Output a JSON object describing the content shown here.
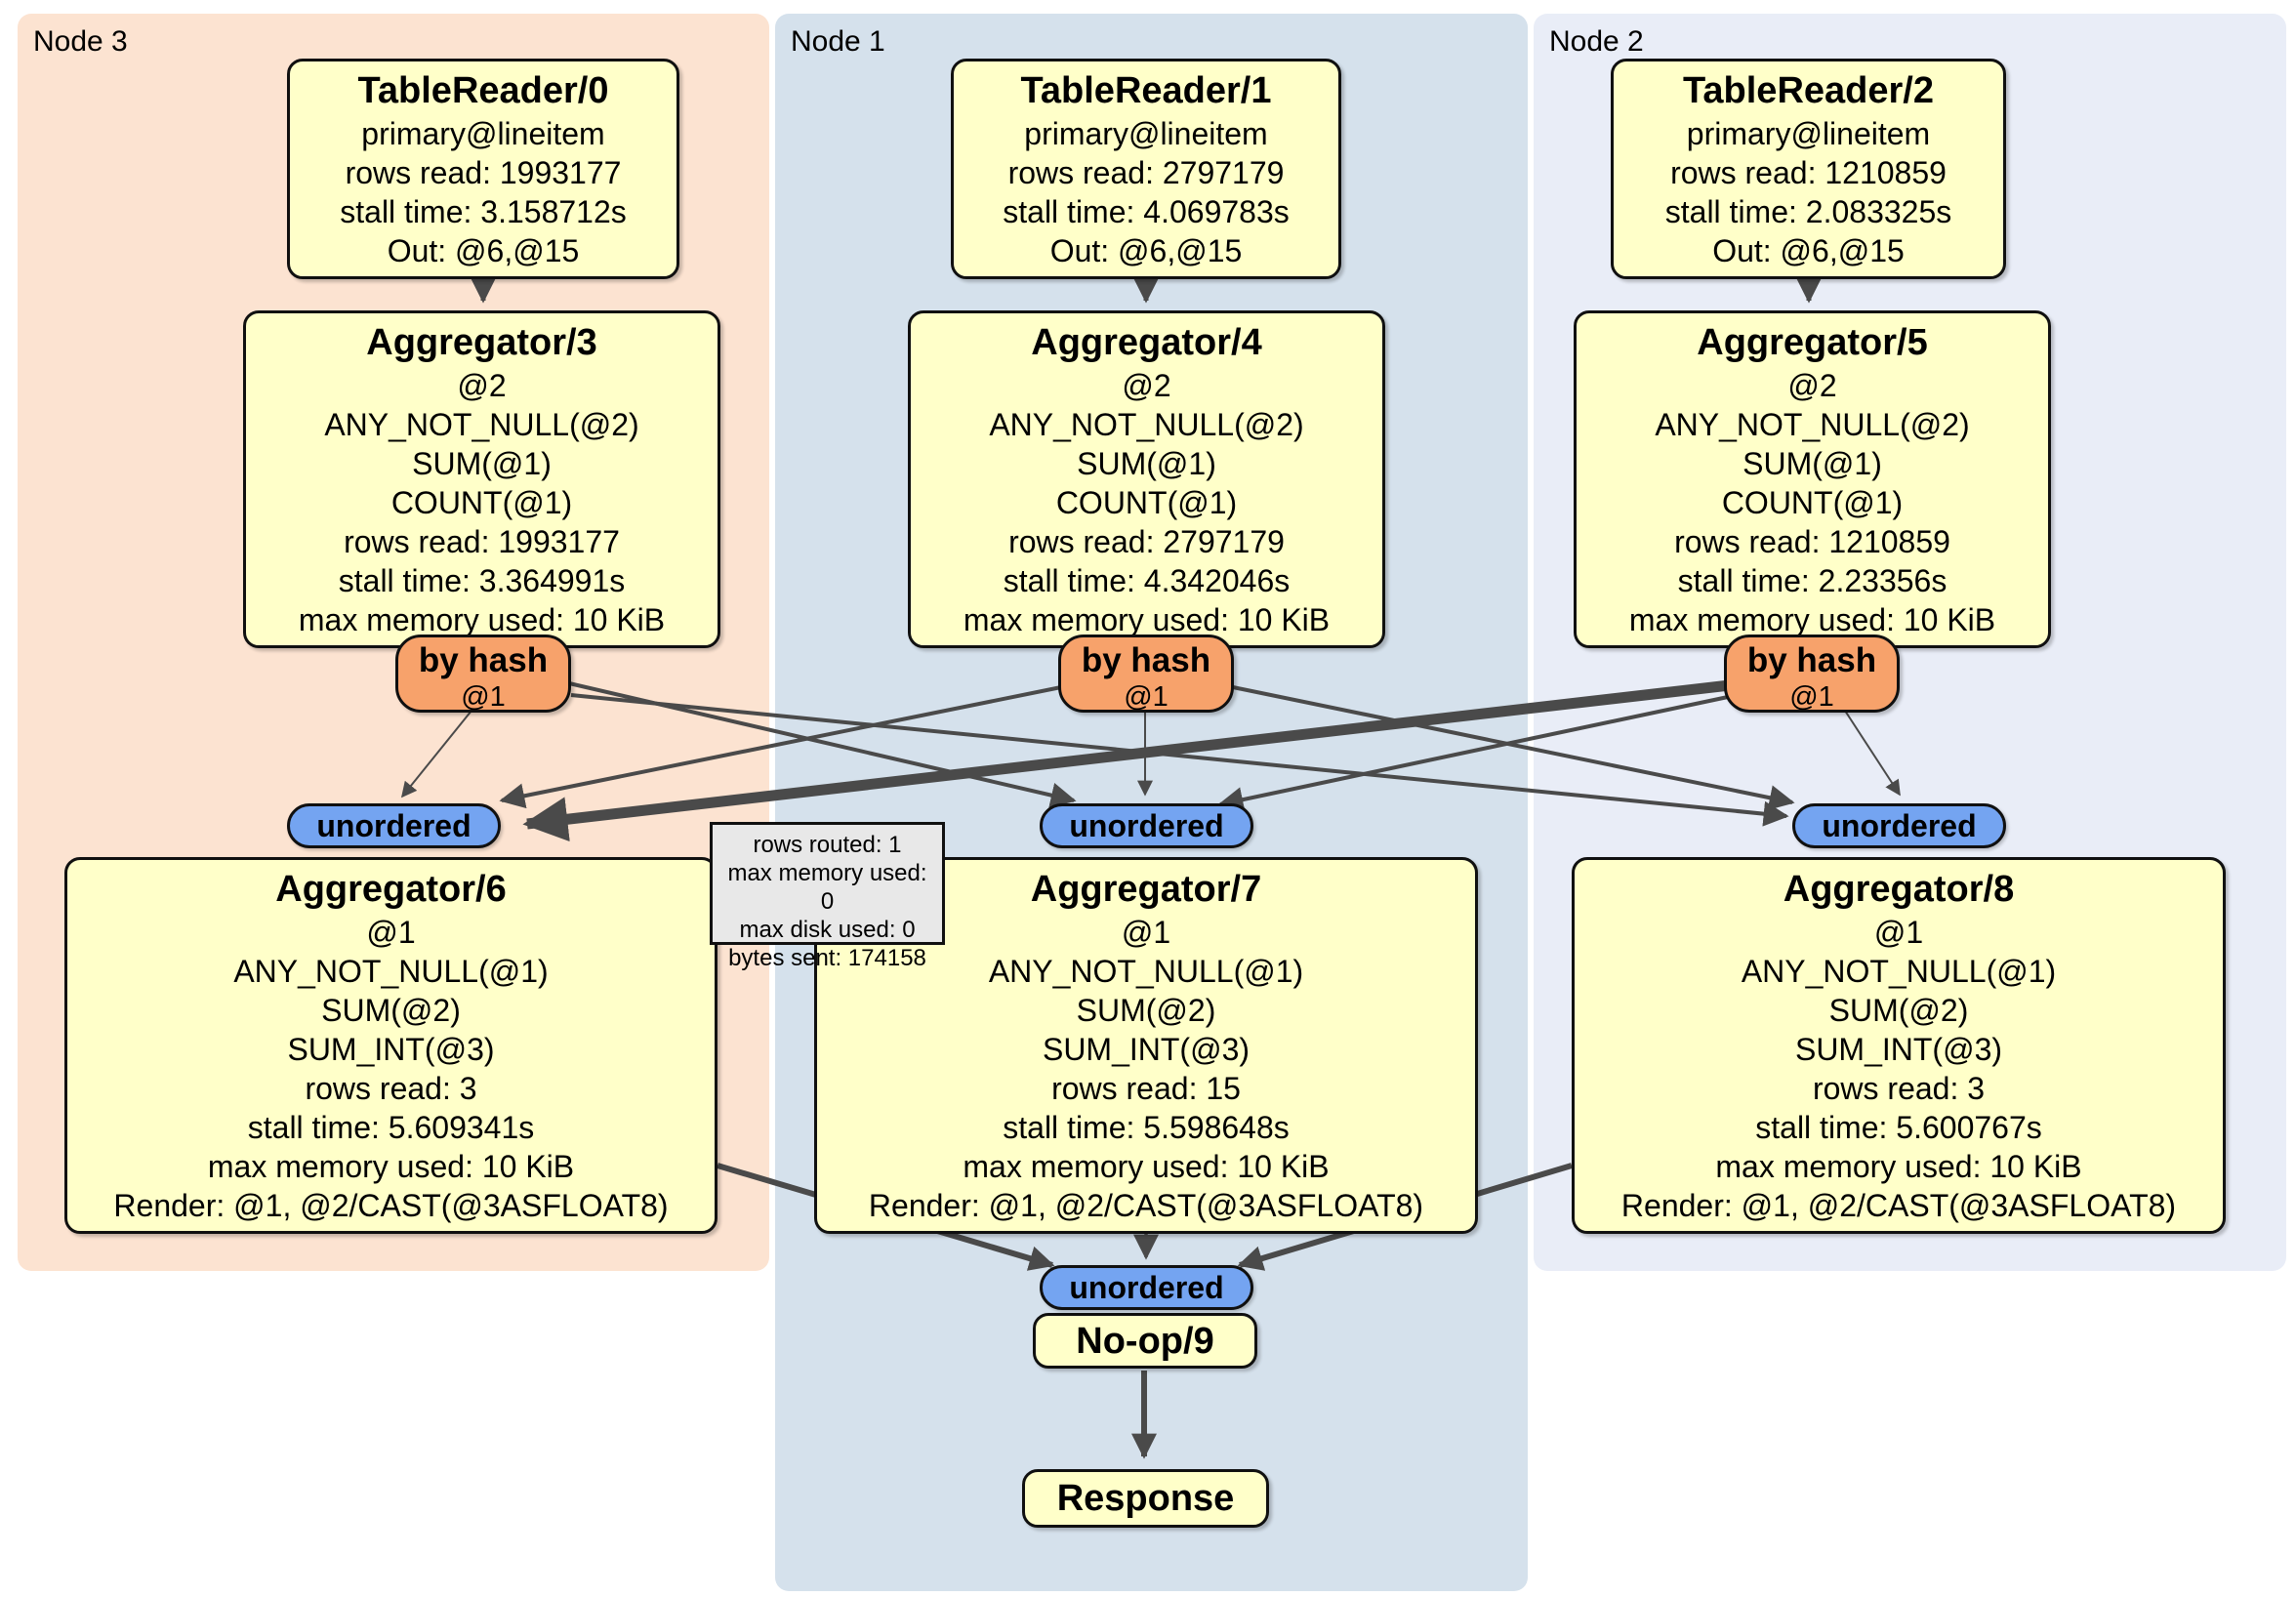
{
  "regions": {
    "node3": {
      "label": "Node 3"
    },
    "node1": {
      "label": "Node 1"
    },
    "node2": {
      "label": "Node 2"
    }
  },
  "processors": {
    "tr0": {
      "title": "TableReader/0",
      "lines": [
        "primary@lineitem",
        "rows read: 1993177",
        "stall time: 3.158712s",
        "Out: @6,@15"
      ]
    },
    "agg3": {
      "title": "Aggregator/3",
      "lines": [
        "@2",
        "ANY_NOT_NULL(@2)",
        "SUM(@1)",
        "COUNT(@1)",
        "rows read: 1993177",
        "stall time: 3.364991s",
        "max memory used: 10 KiB"
      ]
    },
    "agg6": {
      "title": "Aggregator/6",
      "lines": [
        "@1",
        "ANY_NOT_NULL(@1)",
        "SUM(@2)",
        "SUM_INT(@3)",
        "rows read: 3",
        "stall time: 5.609341s",
        "max memory used: 10 KiB",
        "Render: @1, @2/CAST(@3ASFLOAT8)"
      ]
    },
    "tr1": {
      "title": "TableReader/1",
      "lines": [
        "primary@lineitem",
        "rows read: 2797179",
        "stall time: 4.069783s",
        "Out: @6,@15"
      ]
    },
    "agg4": {
      "title": "Aggregator/4",
      "lines": [
        "@2",
        "ANY_NOT_NULL(@2)",
        "SUM(@1)",
        "COUNT(@1)",
        "rows read: 2797179",
        "stall time: 4.342046s",
        "max memory used: 10 KiB"
      ]
    },
    "agg7": {
      "title": "Aggregator/7",
      "lines": [
        "@1",
        "ANY_NOT_NULL(@1)",
        "SUM(@2)",
        "SUM_INT(@3)",
        "rows read: 15",
        "stall time: 5.598648s",
        "max memory used: 10 KiB",
        "Render: @1, @2/CAST(@3ASFLOAT8)"
      ]
    },
    "tr2": {
      "title": "TableReader/2",
      "lines": [
        "primary@lineitem",
        "rows read: 1210859",
        "stall time: 2.083325s",
        "Out: @6,@15"
      ]
    },
    "agg5": {
      "title": "Aggregator/5",
      "lines": [
        "@2",
        "ANY_NOT_NULL(@2)",
        "SUM(@1)",
        "COUNT(@1)",
        "rows read: 1210859",
        "stall time: 2.23356s",
        "max memory used: 10 KiB"
      ]
    },
    "agg8": {
      "title": "Aggregator/8",
      "lines": [
        "@1",
        "ANY_NOT_NULL(@1)",
        "SUM(@2)",
        "SUM_INT(@3)",
        "rows read: 3",
        "stall time: 5.600767s",
        "max memory used: 10 KiB",
        "Render: @1, @2/CAST(@3ASFLOAT8)"
      ]
    },
    "noop9": {
      "title": "No-op/9"
    },
    "response": {
      "title": "Response"
    }
  },
  "router": {
    "label": "by hash",
    "detail": "@1"
  },
  "sync": {
    "label": "unordered"
  },
  "tooltip": {
    "lines": [
      "rows routed: 1",
      "max memory used: 0",
      "max disk used: 0",
      "bytes sent: 174158"
    ]
  },
  "colors": {
    "node3_bg": "#fce3d1",
    "node1_bg": "#d5e1ec",
    "node2_bg": "#e9edf7",
    "processor_fill": "#ffffc9",
    "router_fill": "#f7a26b",
    "sync_fill": "#74a4f1",
    "tooltip_bg": "#e8e8e8",
    "edge": "#4a4a4a",
    "border": "#101010"
  }
}
